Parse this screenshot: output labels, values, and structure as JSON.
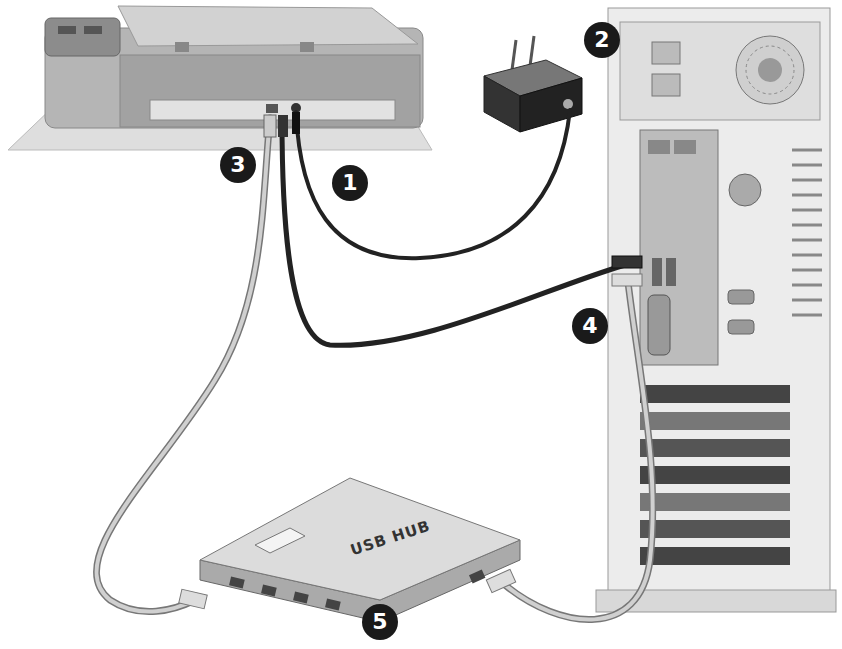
{
  "diagram": {
    "labels": [
      "1",
      "2",
      "3",
      "4",
      "5",
      "USB HUB"
    ]
  }
}
